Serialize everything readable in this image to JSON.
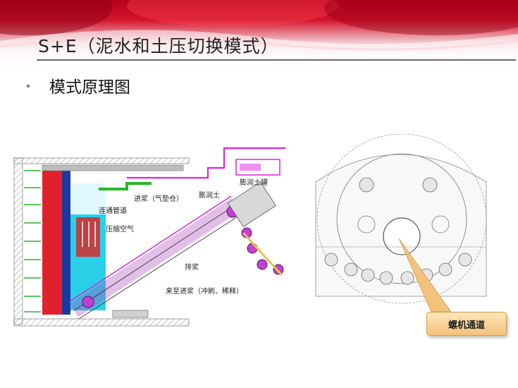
{
  "title": "S+E（泥水和土压切换模式）",
  "subtitle": "模式原理图",
  "labels": {
    "connecting_pipe": "连通管道",
    "compressed_air": "压缩空气",
    "slurry_in": "进浆（气垫仓）",
    "bentonite": "膨润土",
    "bentonite_tank": "膨润土罐",
    "discharge": "排浆",
    "supply": "来至进浆（冲刷、稀释）"
  },
  "callout": "螺机通道",
  "colors": {
    "banner_red": "#c8102e",
    "pipe_magenta": "#e020e0",
    "chamber_red": "#e0202a",
    "water_cyan": "#2ad0e8",
    "pump_purple": "#c040d0"
  }
}
